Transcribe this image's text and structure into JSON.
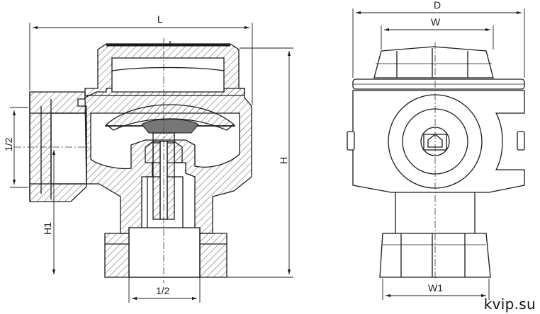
{
  "dimensions": {
    "length": "L",
    "height": "H",
    "inlet_height": "H1",
    "inlet_thread": "1/2",
    "outlet_thread": "1/2",
    "body_diameter": "D",
    "cap_width": "W",
    "bottom_nut_width": "W1"
  },
  "watermark": "kvip.su",
  "colors": {
    "line": "#1a1a1a",
    "hatch": "#555555",
    "background": "#ffffff"
  }
}
